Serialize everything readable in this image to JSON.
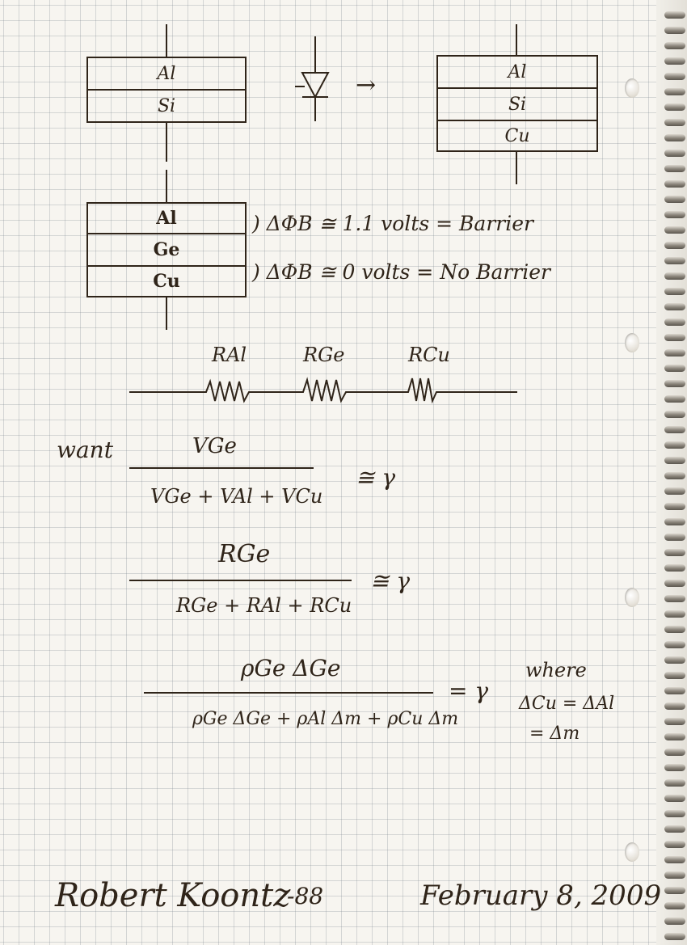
{
  "diagram_top_left": {
    "layers": [
      "Al",
      "Si"
    ]
  },
  "diagram_top_right": {
    "layers": [
      "Al",
      "Si",
      "Cu"
    ]
  },
  "arrow_symbol": "→",
  "diagram_stack": {
    "layers": [
      "Al",
      "Ge",
      "Cu"
    ],
    "notes": [
      ") ΔΦB ≅ 1.1 volts = Barrier",
      ") ΔΦB ≅ 0 volts = No Barrier"
    ]
  },
  "resistors": {
    "labels": [
      "RAl",
      "RGe",
      "RCu"
    ]
  },
  "equation1": {
    "prefix": "want",
    "numerator": "VGe",
    "denominator": "VGe + VAl + VCu",
    "rhs": "≅ γ"
  },
  "equation2": {
    "numerator": "RGe",
    "denominator": "RGe + RAl + RCu",
    "rhs": "≅ γ"
  },
  "equation3": {
    "numerator": "ρGe ΔGe",
    "denominator": "ρGe ΔGe + ρAl Δm + ρCu Δm",
    "rhs": "= γ",
    "where_label": "where",
    "where_line1": "ΔCu = ΔAl",
    "where_line2": "= Δm"
  },
  "footer": {
    "author": "Robert Koontz",
    "page": "-88",
    "date": "February 8, 2009"
  }
}
